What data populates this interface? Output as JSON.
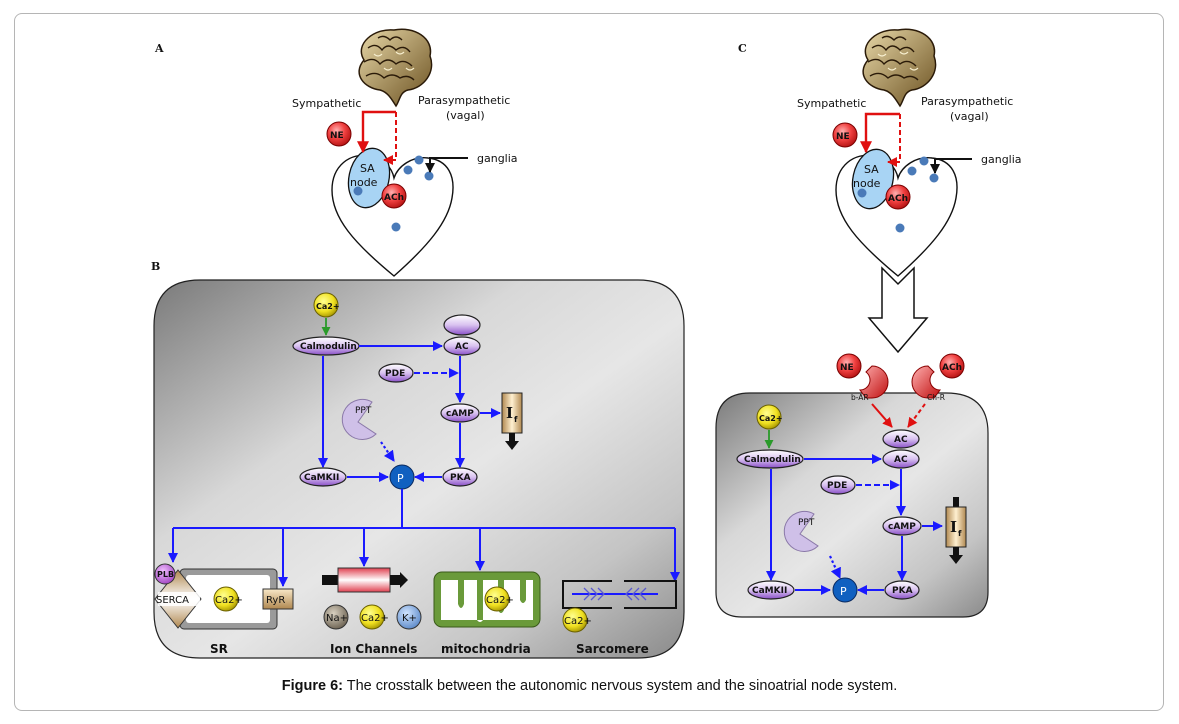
{
  "figure": {
    "caption_label": "Figure 6:",
    "caption_text": " The crosstalk between the autonomic nervous system and the sinoatrial node system."
  },
  "colors": {
    "pathway_arrow": "#1a1aff",
    "autonomic_arrow": "#e01010",
    "calcium_arrow": "#2a9a2a",
    "protein_fill": "#c8a8e8",
    "calcium_fill": "#f2ea20",
    "neurotransmitter_fill": "#e83030",
    "sa_node_fill": "#a8d4f4",
    "ganglia_fill": "#4a7ab8",
    "phosphate_fill": "#1060c0"
  },
  "panel_a": {
    "letter": "A",
    "sympathetic": "Sympathetic",
    "parasympathetic": "Parasympathetic",
    "vagal": "(vagal)",
    "ne": "NE",
    "ach": "ACh",
    "sa": "SA",
    "node": "node",
    "ganglia": "ganglia"
  },
  "panel_b": {
    "letter": "B",
    "ca": "Ca2+",
    "calmodulin": "Calmodulin",
    "ac": "AC",
    "pde": "PDE",
    "ppt": "PPT",
    "camp": "cAMP",
    "if_label": "I",
    "if_sub": "f",
    "camkii": "CaMKII",
    "pka": "PKA",
    "p": "P",
    "plb": "PLB",
    "serca": "SERCA",
    "ryr": "RyR",
    "na": "Na+",
    "k": "K+",
    "sr": "SR",
    "ion_channels": "Ion Channels",
    "mitochondria": "mitochondria",
    "sarcomere": "Sarcomere"
  },
  "panel_c": {
    "letter": "C",
    "sympathetic": "Sympathetic",
    "parasympathetic": "Parasympathetic",
    "vagal": "(vagal)",
    "ne": "NE",
    "ach": "ACh",
    "sa": "SA",
    "node": "node",
    "ganglia": "ganglia",
    "b_ar": "b-AR",
    "ch_r": "Ch-R",
    "ca": "Ca2+",
    "calmodulin": "Calmodulin",
    "ac1": "AC",
    "ac2": "AC",
    "pde": "PDE",
    "ppt": "PPT",
    "camp": "cAMP",
    "if_label": "I",
    "if_sub": "f",
    "camkii": "CaMKII",
    "pka": "PKA",
    "p": "P"
  }
}
